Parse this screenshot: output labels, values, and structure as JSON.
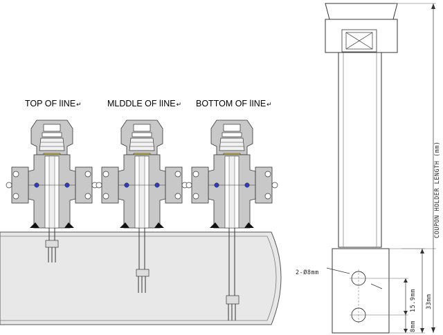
{
  "labels": {
    "top": "TOP OF lINE",
    "middle": "MLDDLE OF lINE",
    "bottom": "BOTTOM OF lINE",
    "return_mark": "↵"
  },
  "holder": {
    "length_label": "COUPON HOLDER LENGTH (mm)",
    "hole_label": "2-Ø8mm",
    "dim_15": "15.9mm",
    "dim_33": "33mm",
    "dim_8": "8mm"
  },
  "colors": {
    "steel": "#c8c8c8",
    "shade": "#9a9a9a",
    "pipe": "#e6e6e6",
    "bolt_blue": "#2f3fd0",
    "brass": "#d8c84a"
  }
}
